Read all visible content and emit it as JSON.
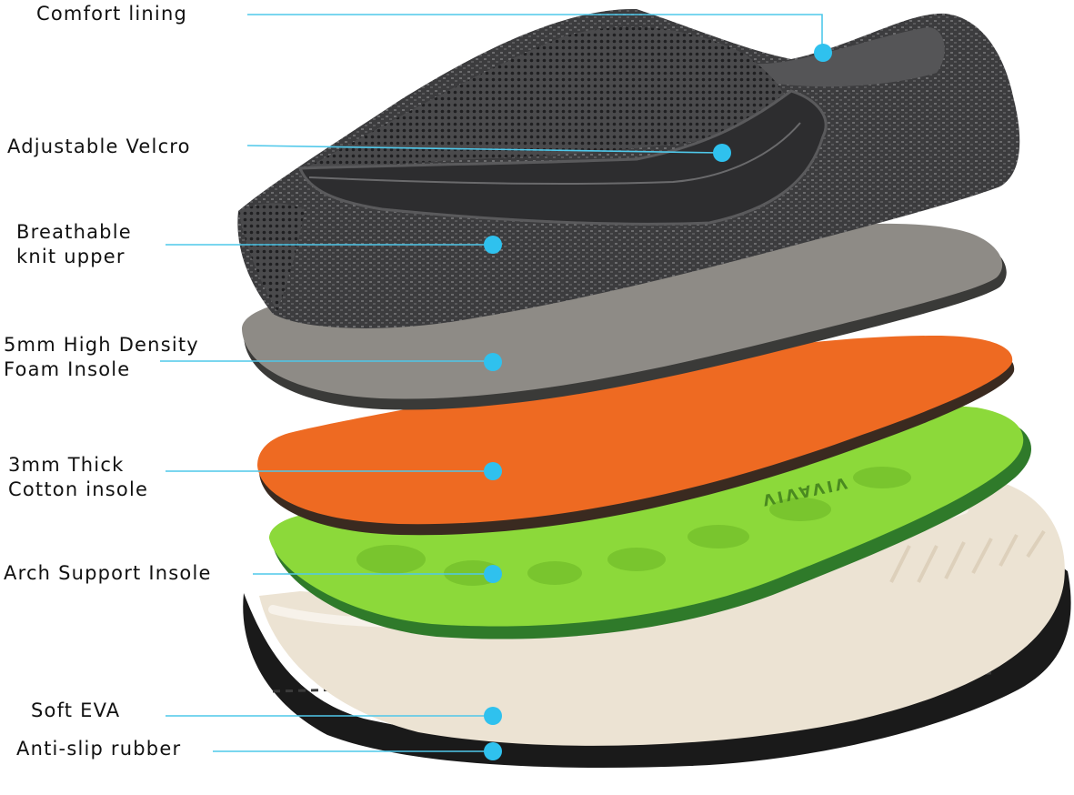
{
  "diagram": {
    "callouts": [
      {
        "id": "comfort-lining",
        "lines": [
          "Comfort lining"
        ]
      },
      {
        "id": "adjustable-velcro",
        "lines": [
          "Adjustable Velcro"
        ]
      },
      {
        "id": "knit-upper",
        "lines": [
          "Breathable",
          "knit upper"
        ]
      },
      {
        "id": "foam-insole",
        "lines": [
          "5mm High Density",
          "Foam Insole"
        ]
      },
      {
        "id": "cotton-insole",
        "lines": [
          "3mm Thick",
          "Cotton insole"
        ]
      },
      {
        "id": "arch-insole",
        "lines": [
          "Arch Support Insole"
        ]
      },
      {
        "id": "soft-eva",
        "lines": [
          "Soft EVA"
        ]
      },
      {
        "id": "anti-slip-rubber",
        "lines": [
          "Anti-slip rubber"
        ]
      }
    ],
    "insole_brand_mark": "VIVAVIV",
    "colors": {
      "leader": "#4fc8ea",
      "dot": "#2fc1ee",
      "upper": "#3f3f41",
      "foam": "#8e8b86",
      "cotton": "#ee6a22",
      "arch": "#8cd93a",
      "eva": "#ece3d3",
      "rubber": "#1a1a1a"
    }
  }
}
